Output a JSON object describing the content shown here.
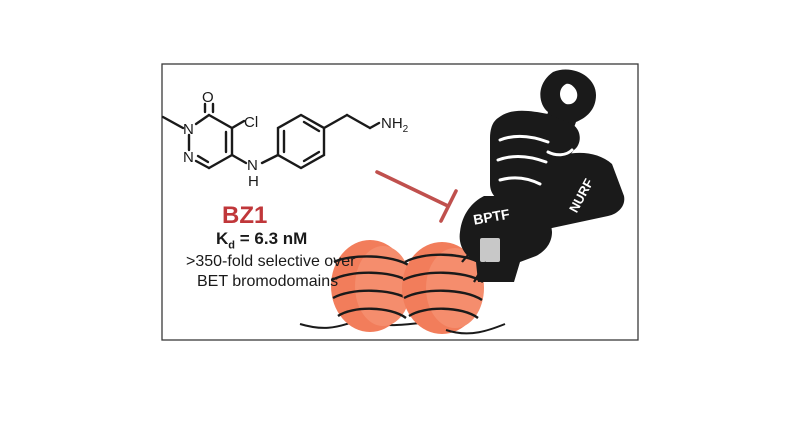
{
  "molecule": {
    "atoms": {
      "oxygen": "O",
      "chlorine": "Cl",
      "nitrogen_ring_1": "N",
      "nitrogen_ring_2": "N",
      "amine_linker": "N",
      "amine_h": "H",
      "terminal_amine": "NH",
      "terminal_amine_sub": "2"
    }
  },
  "compound": {
    "name": "BZ1",
    "kd_symbol": "K",
    "kd_sub": "d",
    "kd_value": " = 6.3 nM",
    "selectivity_line1": ">350-fold selective over",
    "selectivity_line2": "BET bromodomains"
  },
  "protein": {
    "bptf_label": "BPTF",
    "nurf_label": "NURF"
  },
  "colors": {
    "accent_red": "#c0373a",
    "inhibition_line": "#c0504d",
    "silhouette": "#1a1a1a",
    "nucleosome": "#f27d5b",
    "nucleosome_dark": "#d85f3f",
    "bromodomain": "#c8c8c8",
    "frame": "#3a3a3a"
  }
}
